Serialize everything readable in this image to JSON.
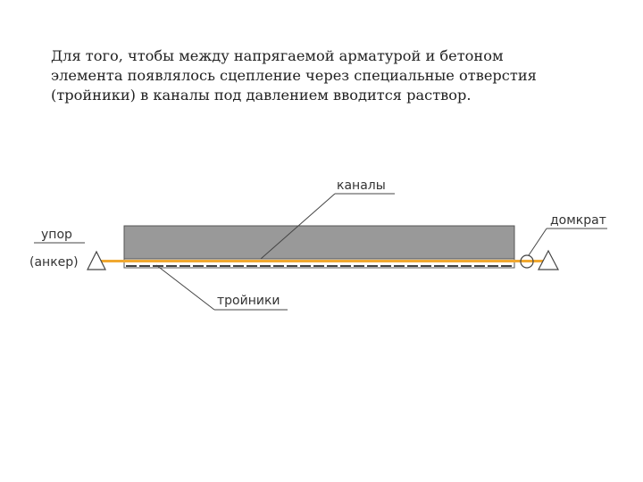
{
  "paragraph": {
    "lines": [
      "Для того, чтобы между напрягаемой арматурой и бетоном",
      "элемента появлялось сцепление через специальные отверстия",
      "(тройники) в каналы под давлением вводится раствор."
    ]
  },
  "diagram": {
    "labels": {
      "channels": "каналы",
      "jack": "домкрат",
      "stop": "упор",
      "anchor": "(анкер)",
      "tees": "тройники"
    },
    "colors": {
      "beam": "#999999",
      "tendon": "#f0a830",
      "outline": "#444444"
    }
  }
}
